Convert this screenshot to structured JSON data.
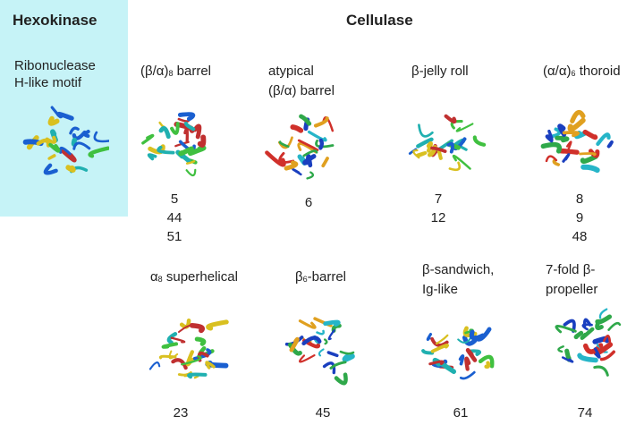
{
  "hexokinase": {
    "title": "Hexokinase",
    "fold": {
      "line1": "Ribonuclease",
      "line2": "H-like motif"
    }
  },
  "cellulase": {
    "title": "Cellulase",
    "folds": [
      {
        "pre": "(β/α)",
        "sub": "8",
        "post": " barrel",
        "line2": "",
        "families": [
          "5",
          "44",
          "51"
        ]
      },
      {
        "pre": "atypical",
        "sub": "",
        "post": "",
        "line2": "(β/α) barrel",
        "families": [
          "6"
        ]
      },
      {
        "pre": "β-jelly roll",
        "sub": "",
        "post": "",
        "line2": "",
        "families": [
          "7",
          "12"
        ]
      },
      {
        "pre": "(α/α)",
        "sub": "6",
        "post": " thoroid",
        "line2": "",
        "families": [
          "8",
          "9",
          "48"
        ]
      },
      {
        "pre": "α",
        "sub": "8",
        "post": " superhelical",
        "line2": "",
        "families": [
          "23"
        ]
      },
      {
        "pre": "β",
        "sub": "6",
        "post": "-barrel",
        "line2": "",
        "families": [
          "45"
        ]
      },
      {
        "pre": "β-sandwich,",
        "sub": "",
        "post": "",
        "line2": "Ig-like",
        "families": [
          "61"
        ]
      },
      {
        "pre": "7-fold β-",
        "sub": "",
        "post": "",
        "line2": "propeller",
        "families": [
          "74"
        ]
      }
    ]
  }
}
